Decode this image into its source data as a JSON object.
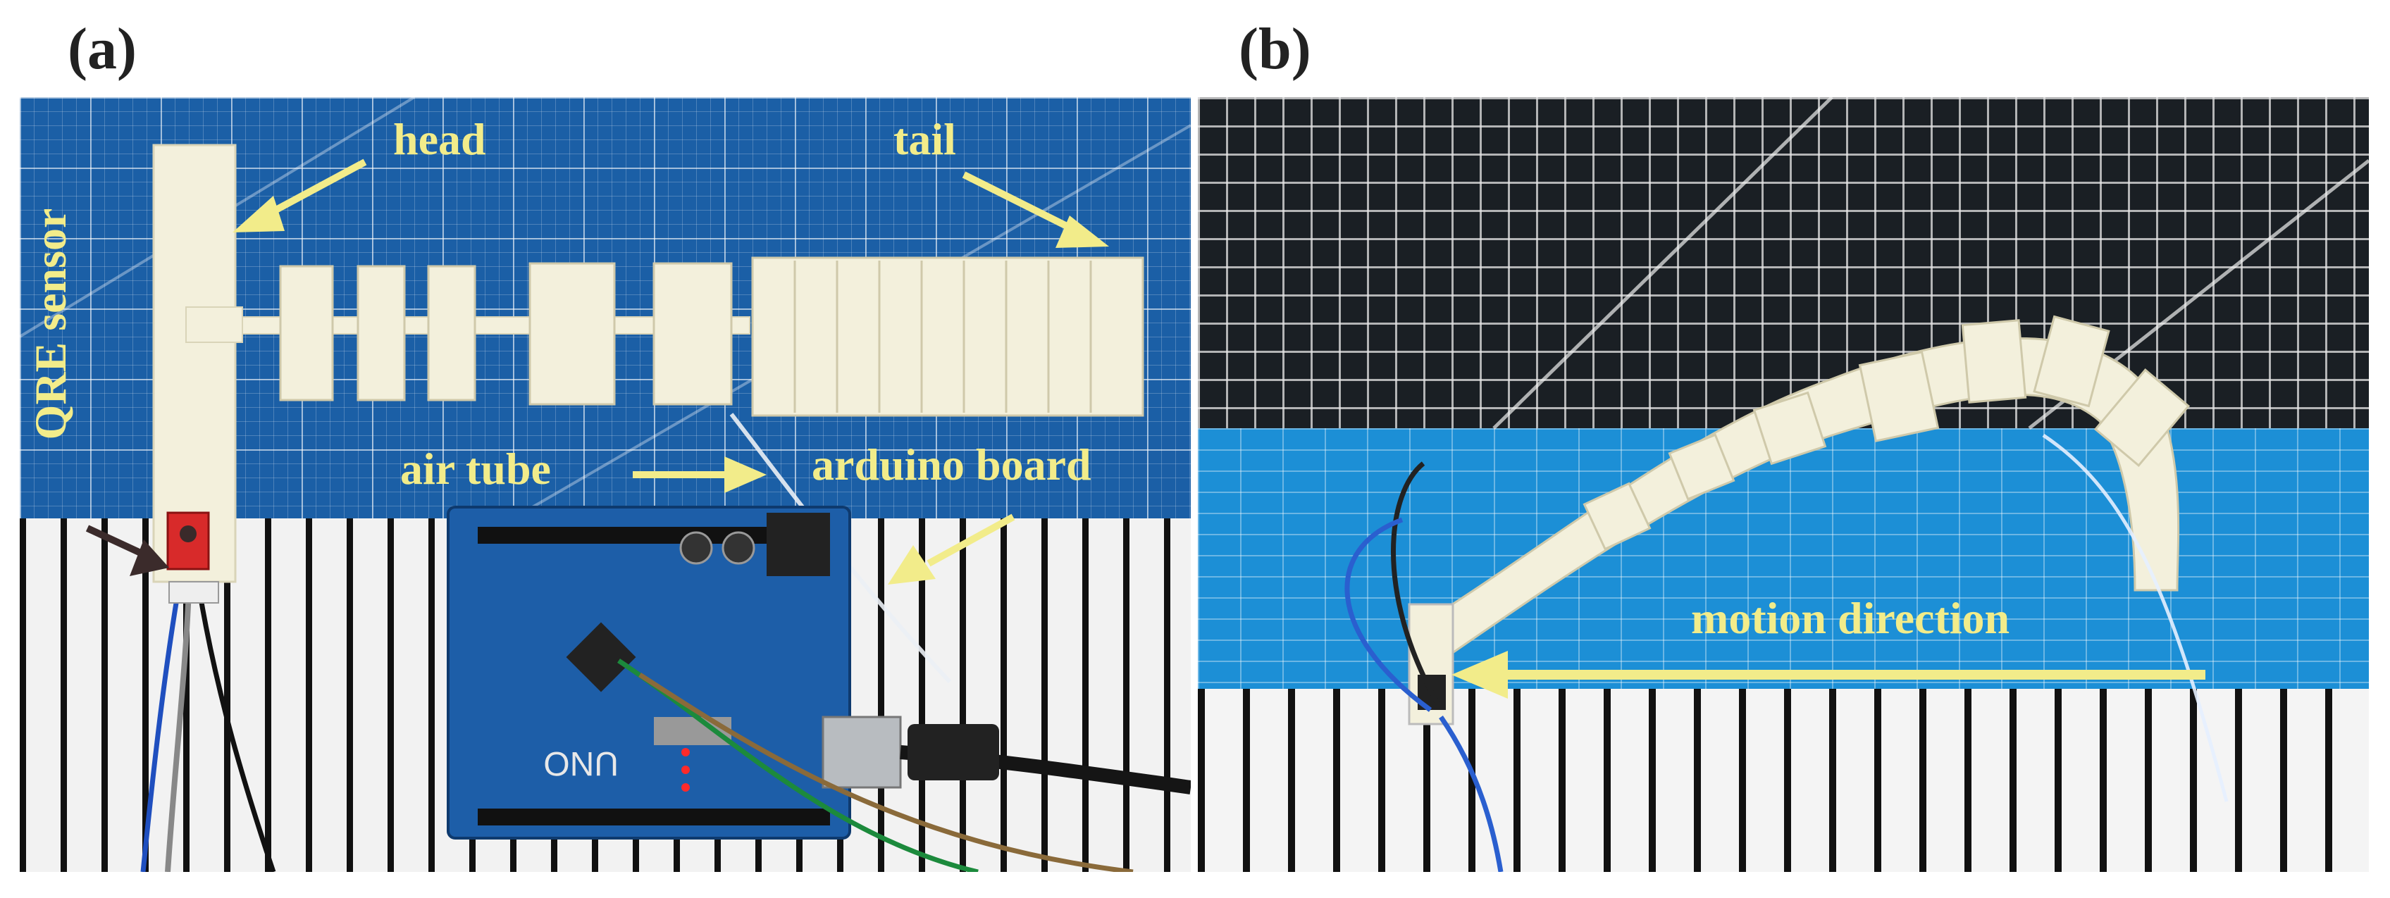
{
  "panels": [
    {
      "label": "(a)",
      "annotations": {
        "head": "head",
        "tail": "tail",
        "qre_sensor": "QRE sensor",
        "air_tube": "air tube",
        "arduino_board": "arduino board"
      },
      "board_text": "UNO"
    },
    {
      "label": "(b)",
      "annotations": {
        "motion_direction": "motion direction"
      }
    }
  ],
  "colors": {
    "annotation": "#f2ec8a",
    "mat_blue": "#1b5fa6",
    "robot_white": "#f3f0dc"
  }
}
